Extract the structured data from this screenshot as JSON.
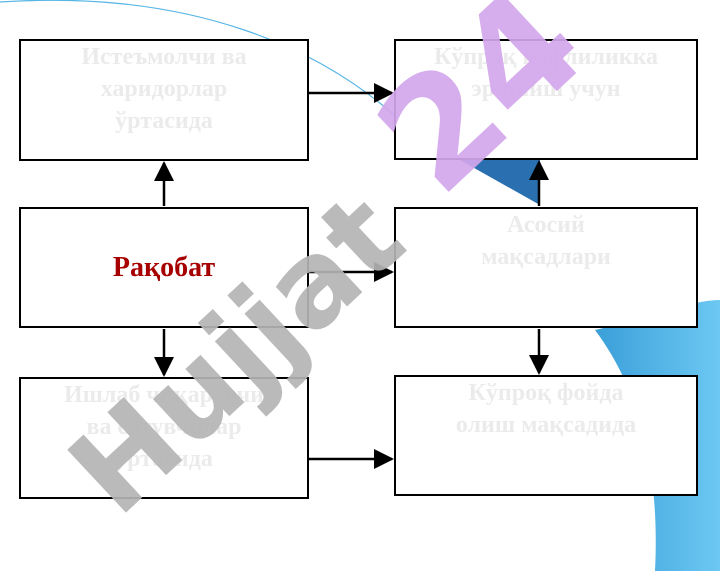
{
  "diagram": {
    "center_label": "Рақобат",
    "boxes": {
      "top_left": "Истеъмолчи ва\nхаридорлар\nўртасида",
      "top_right": "Кўпроқ нафлиликка\nэришиш учун",
      "mid_right": "Асосий\nмақсадлари",
      "bottom_left": "Ишлаб чиқарувчи\nва сотувчилар\nўртасида",
      "bottom_right": "Кўпроқ фойда\nолиш мақсадида"
    }
  },
  "watermark": {
    "part1": "Hujjat",
    "part2": "24"
  },
  "colors": {
    "center_text": "#a60000",
    "box_text": "#ebebeb",
    "accent_blue": "#5ab8ea",
    "watermark_gray": "#b4b4b4",
    "watermark_violet": "#d2a6ec"
  }
}
